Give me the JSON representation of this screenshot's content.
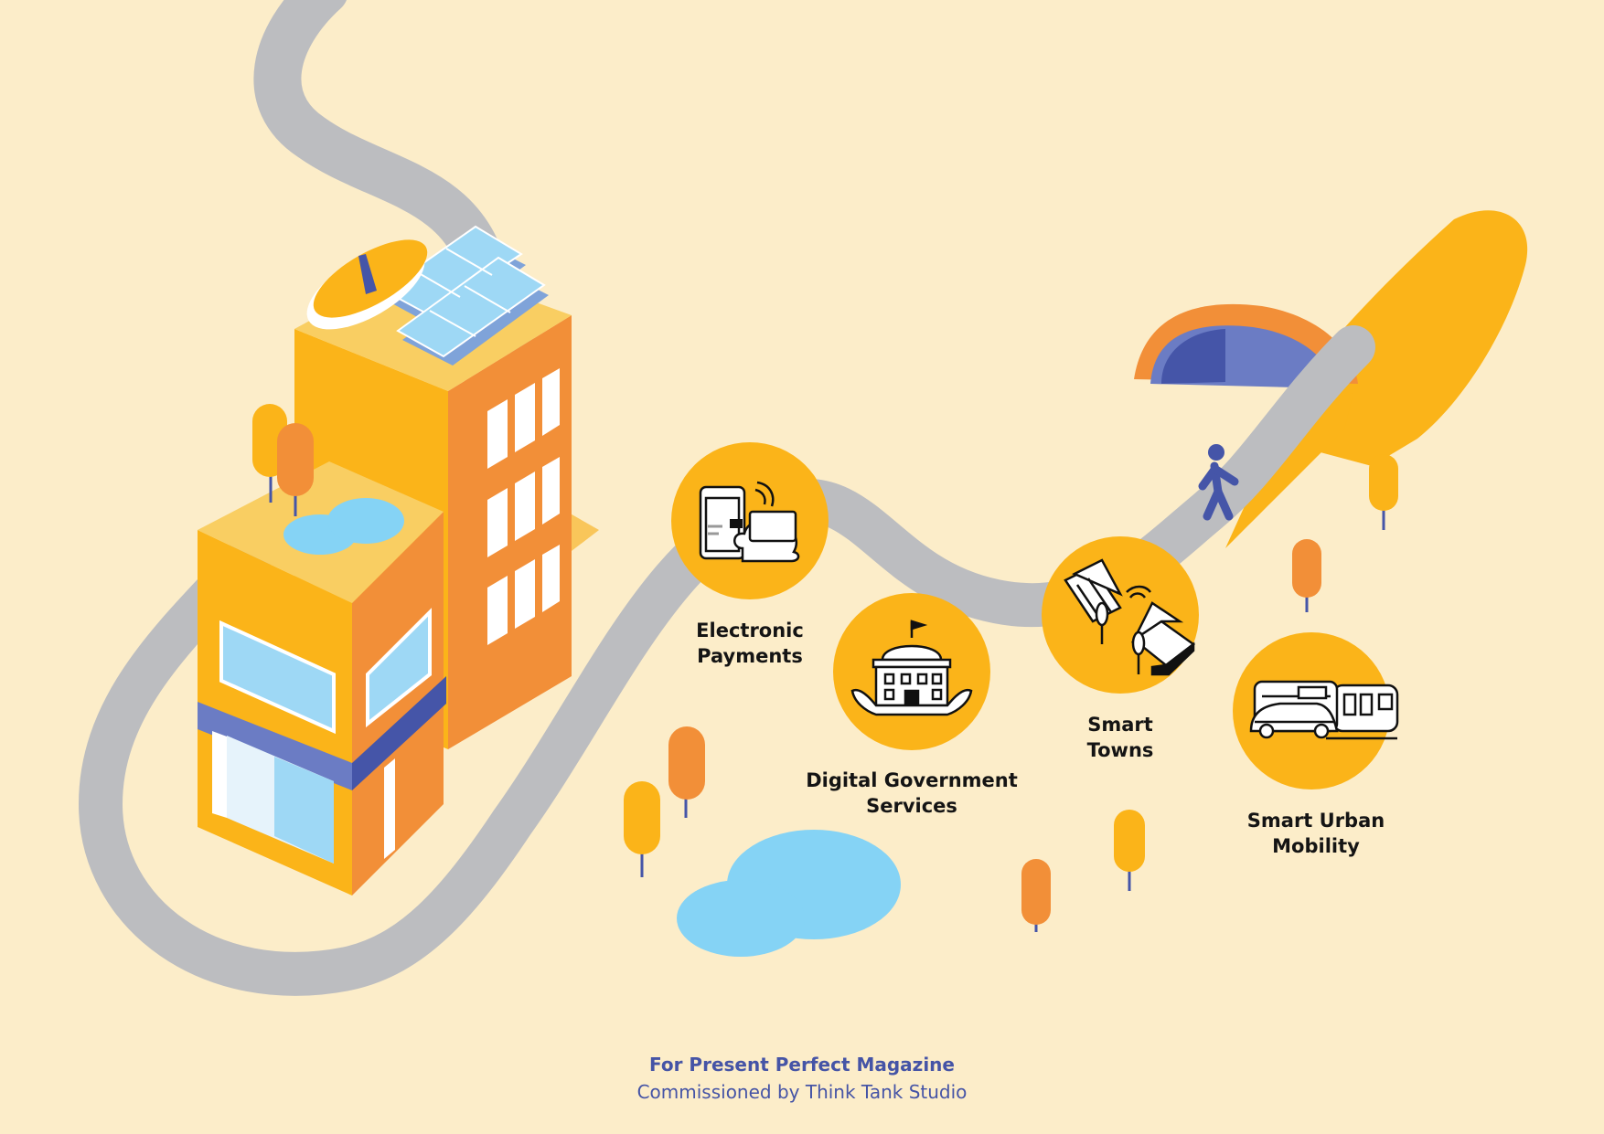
{
  "services": [
    {
      "id": "electronic-payments",
      "lines": [
        "Electronic",
        "Payments"
      ],
      "icon": "phone-card-cloud-icon"
    },
    {
      "id": "digital-government-services",
      "lines": [
        "Digital Government",
        "Services"
      ],
      "icon": "government-building-icon"
    },
    {
      "id": "smart-towns",
      "lines": [
        "Smart",
        "Towns"
      ],
      "icon": "smart-town-houses-icon"
    },
    {
      "id": "smart-urban-mobility",
      "lines": [
        "Smart Urban",
        "Mobility"
      ],
      "icon": "bus-car-tram-icon"
    }
  ],
  "credits": {
    "line1": "For Present Perfect Magazine",
    "line2": "Commissioned by Think Tank Studio"
  },
  "colors": {
    "background": "#FCEDC9",
    "road": "#BCBDC0",
    "yellow": "#FBB419",
    "orange": "#F28F38",
    "blue": "#4555A8",
    "water": "#85D3F5",
    "glass": "#9ED8F5"
  }
}
